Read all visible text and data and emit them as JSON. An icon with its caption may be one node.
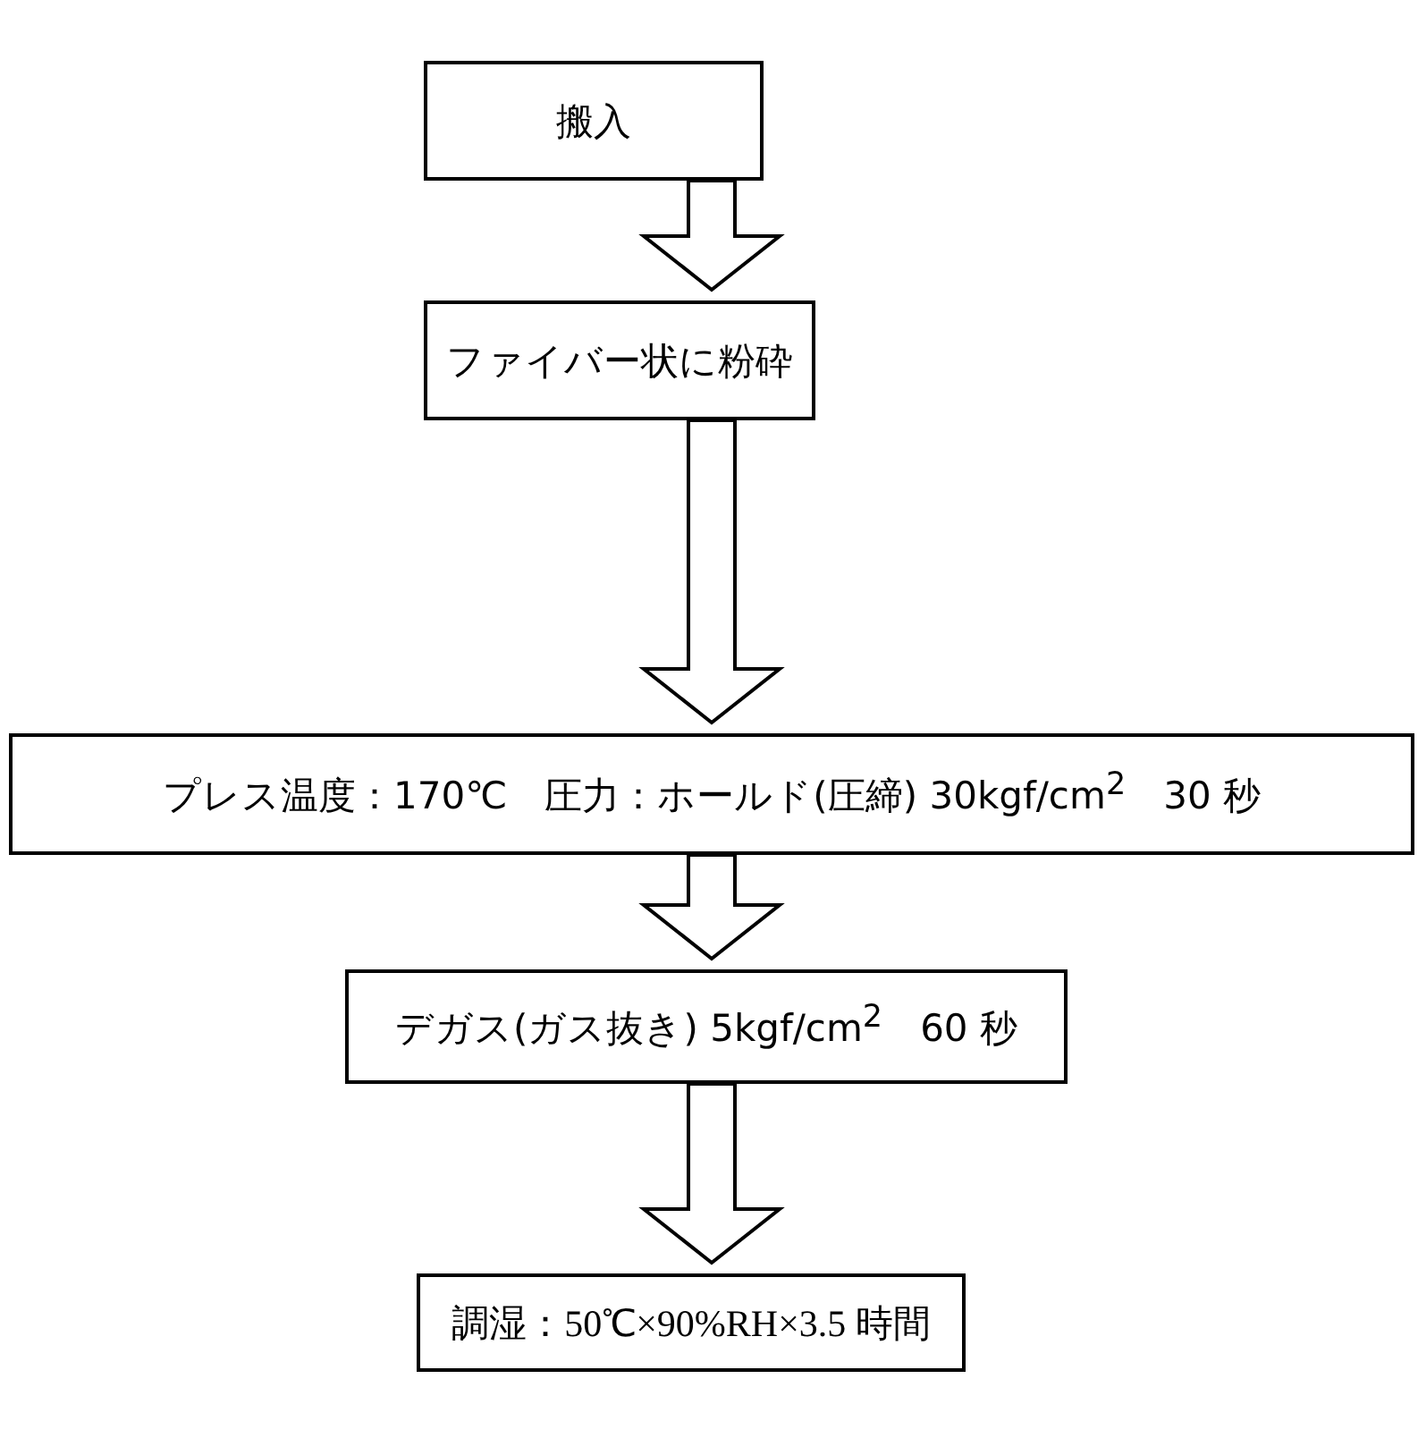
{
  "diagram": {
    "nodes": [
      {
        "text": [
          "搬入"
        ]
      },
      {
        "text": [
          "ファイバー状に粉砕"
        ]
      },
      {
        "text": [
          "プレス温度：170℃　圧力：ホールド(圧締) 30kgf/cm$^{2}$　30 秒"
        ]
      },
      {
        "text": [
          "デガス(ガス抜き) 5kgf/cm$^{2}$　60 秒"
        ]
      },
      {
        "text": [
          "調湿：50℃×90%RH×3.5 時間"
        ]
      }
    ],
    "edges": [
      {
        "from": 0,
        "to": 1,
        "arrow": "to"
      },
      {
        "from": 1,
        "to": 2,
        "arrow": "to"
      },
      {
        "from": 2,
        "to": 3,
        "arrow": "to"
      },
      {
        "from": 3,
        "to": 4,
        "arrow": "to"
      }
    ]
  }
}
